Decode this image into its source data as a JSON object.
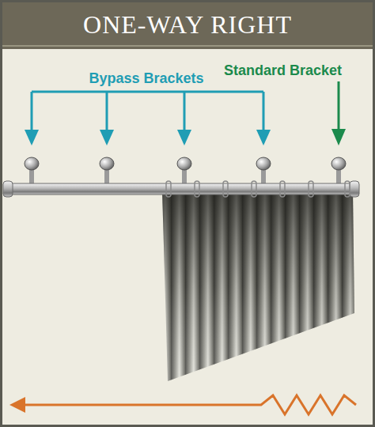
{
  "diagram": {
    "title": "ONE-WAY RIGHT",
    "labels": [
      "Bypass Brackets",
      "Standard Bracket"
    ]
  }
}
